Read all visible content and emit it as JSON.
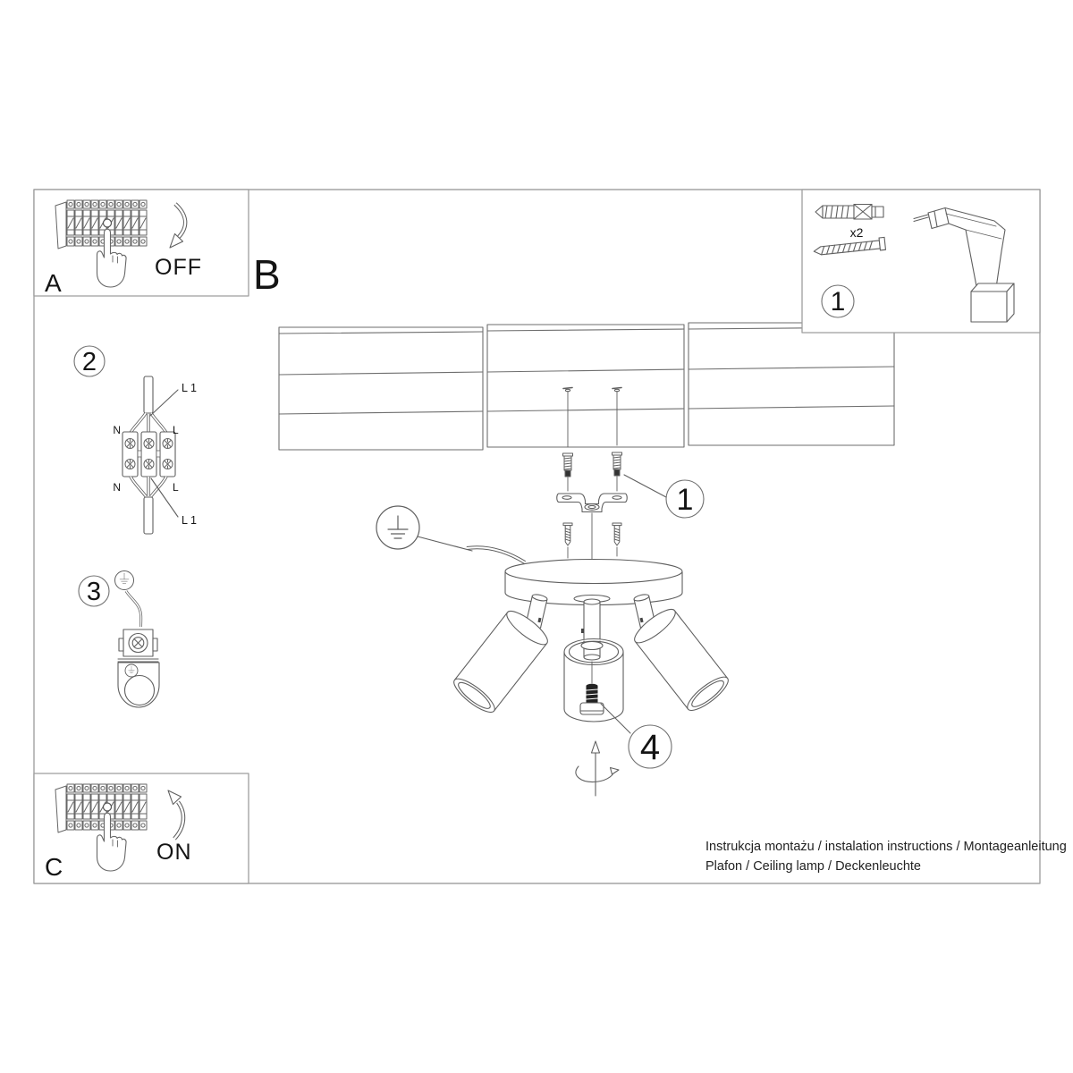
{
  "steps": {
    "a_label": "A",
    "b_label": "B",
    "c_label": "C",
    "off_text": "OFF",
    "on_text": "ON"
  },
  "callouts": {
    "tools_box": "1",
    "bracket": "1",
    "wiring": "2",
    "ground": "3",
    "adjust": "4"
  },
  "tools_box": {
    "anchor_qty": "x2"
  },
  "wiring": {
    "top_left": "N",
    "top_right": "L",
    "top_leader": "L 1",
    "bottom_left": "N",
    "bottom_right": "L",
    "bottom_leader": "L 1"
  },
  "footer": {
    "line1": "Instrukcja montażu / instalation instructions / Montageanleitung",
    "line2": "Plafon / Ceiling lamp / Deckenleuchte"
  }
}
